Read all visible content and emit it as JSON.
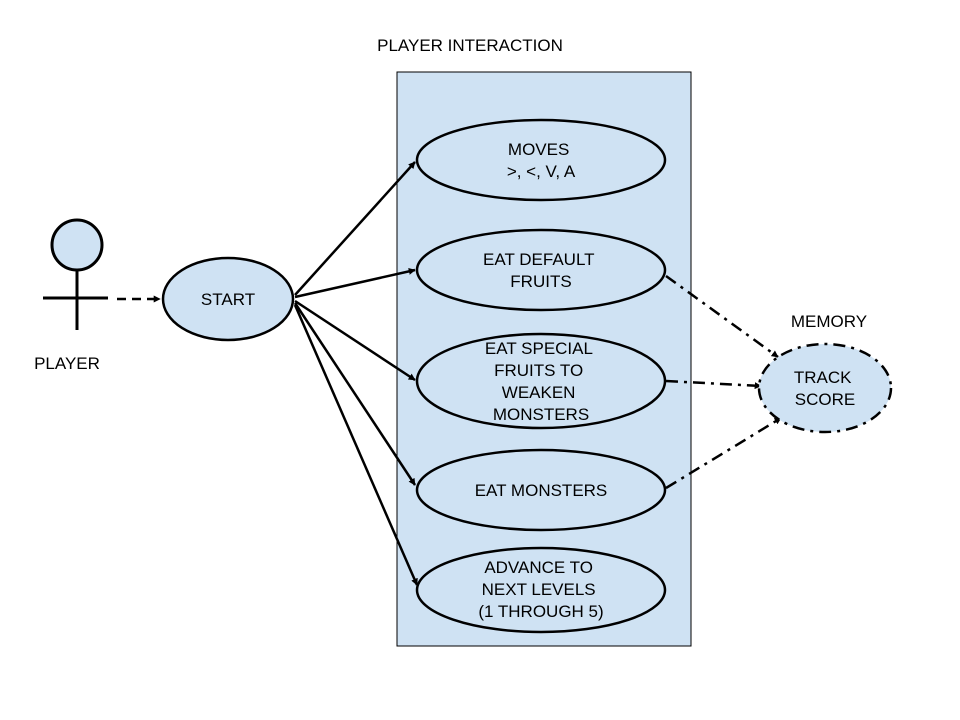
{
  "colors": {
    "fill": "#cfe2f3",
    "stroke": "#000000",
    "background": "#ffffff"
  },
  "labels": {
    "boundary_title": "PLAYER INTERACTION",
    "actor": "PLAYER",
    "start": "START",
    "memory": "MEMORY"
  },
  "use_cases": {
    "moves": [
      "MOVES",
      ">, <, V, A"
    ],
    "eat_default": [
      "EAT DEFAULT",
      "FRUITS"
    ],
    "eat_special": [
      "EAT SPECIAL",
      "FRUITS TO",
      "WEAKEN",
      "MONSTERS"
    ],
    "eat_monsters": [
      "EAT MONSTERS"
    ],
    "advance": [
      "ADVANCE TO",
      "NEXT LEVELS",
      "(1 THROUGH 5)"
    ]
  },
  "track_score": [
    "TRACK",
    "SCORE"
  ]
}
